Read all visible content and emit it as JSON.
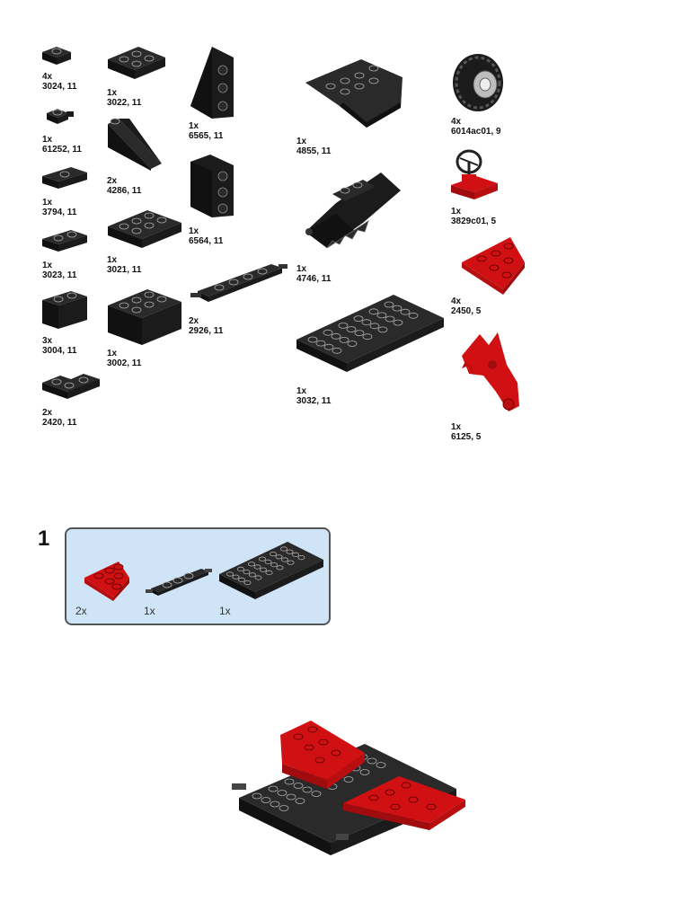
{
  "parts": [
    {
      "qty": "4x",
      "id": "3024, 11"
    },
    {
      "qty": "1x",
      "id": "61252, 11"
    },
    {
      "qty": "1x",
      "id": "3794, 11"
    },
    {
      "qty": "1x",
      "id": "3023, 11"
    },
    {
      "qty": "3x",
      "id": "3004, 11"
    },
    {
      "qty": "2x",
      "id": "2420, 11"
    },
    {
      "qty": "1x",
      "id": "3022, 11"
    },
    {
      "qty": "2x",
      "id": "4286, 11"
    },
    {
      "qty": "1x",
      "id": "3021, 11"
    },
    {
      "qty": "1x",
      "id": "3002, 11"
    },
    {
      "qty": "1x",
      "id": "6565, 11"
    },
    {
      "qty": "1x",
      "id": "6564, 11"
    },
    {
      "qty": "2x",
      "id": "2926, 11"
    },
    {
      "qty": "1x",
      "id": "4855, 11"
    },
    {
      "qty": "1x",
      "id": "4746, 11"
    },
    {
      "qty": "1x",
      "id": "3032, 11"
    },
    {
      "qty": "4x",
      "id": "6014ac01, 9"
    },
    {
      "qty": "1x",
      "id": "3829c01, 5"
    },
    {
      "qty": "4x",
      "id": "2450, 5"
    },
    {
      "qty": "1x",
      "id": "6125, 5"
    }
  ],
  "step": {
    "number": "1",
    "callout_counts": [
      "2x",
      "1x",
      "1x"
    ]
  },
  "colors": {
    "black_brick": "#1b1b1b",
    "red_brick": "#d01012",
    "callout_bg": "#cfe4f6"
  }
}
